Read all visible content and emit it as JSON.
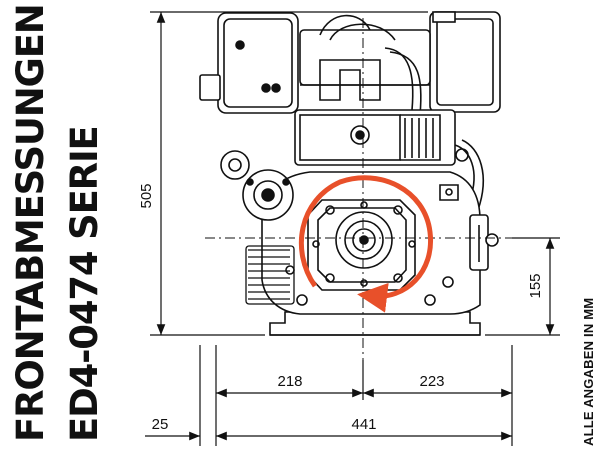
{
  "title": {
    "line1": "FRONTABMESSUNGEN",
    "line2": "ED4-0474 SERIE"
  },
  "note": "ALLE ANGABEN IN MM",
  "dimensions": {
    "height_total": "505",
    "height_shaft": "155",
    "width_left": "218",
    "width_right": "223",
    "width_total": "441",
    "offset": "25"
  },
  "colors": {
    "rotation_arrow": "#e8502a",
    "lines": "#111111"
  },
  "icons": {
    "engine": "engine-front-view-drawing",
    "rotation": "rotation-direction-arrow-icon"
  }
}
